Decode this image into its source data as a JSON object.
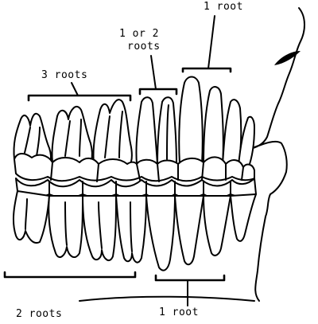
{
  "labels": {
    "upper_molars": "3 roots",
    "upper_premolars_line1": "1 or 2",
    "upper_premolars_line2": "roots",
    "upper_anterior": "1 root",
    "lower_molars": "2 roots",
    "lower_anterior": "1 root"
  },
  "colors": {
    "ink": "#000000",
    "background": "#ffffff"
  }
}
